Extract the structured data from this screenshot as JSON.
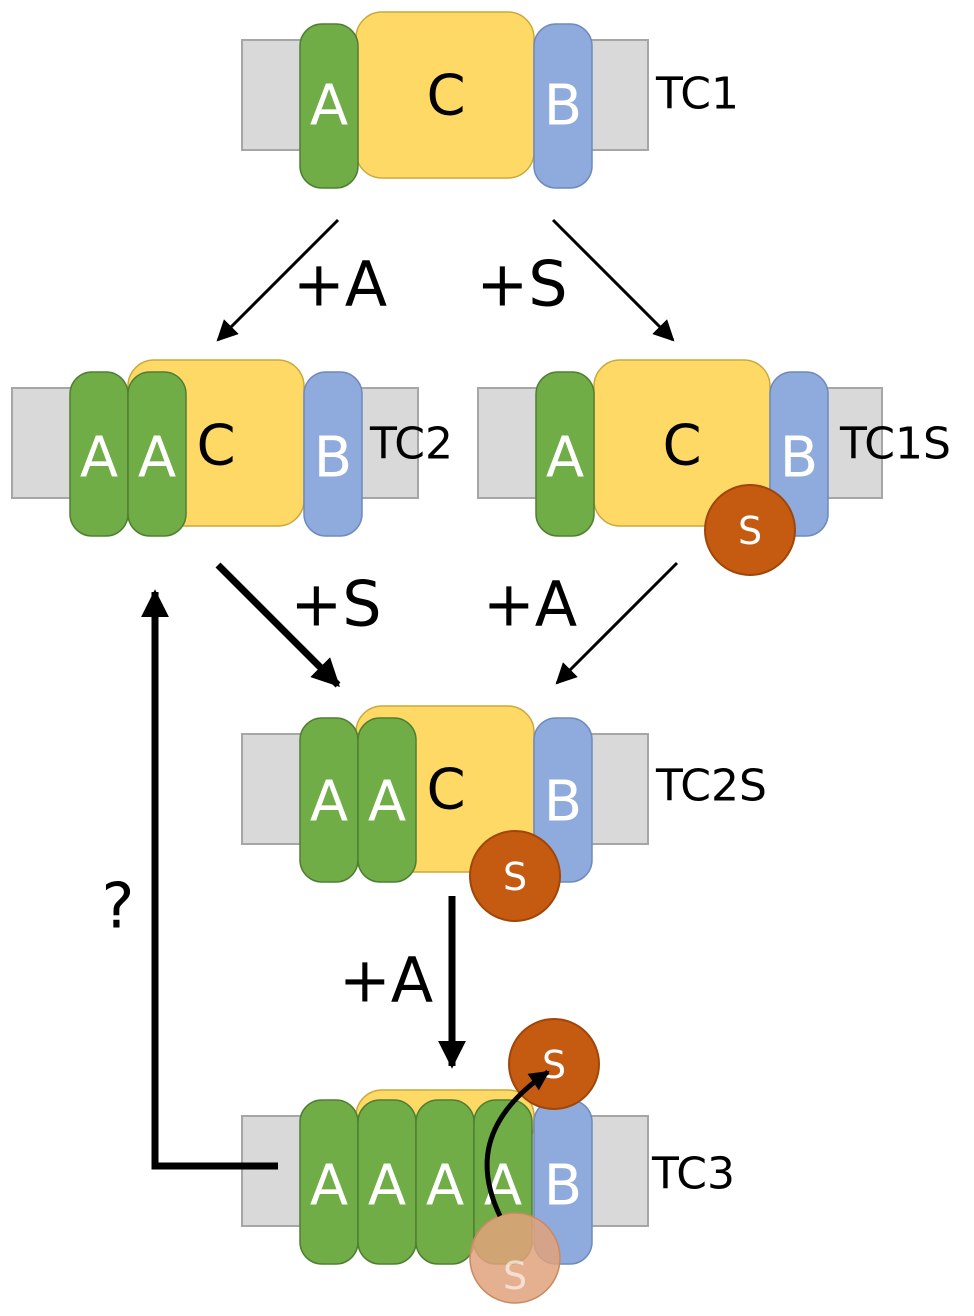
{
  "colors": {
    "membrane": "#d9d9d9",
    "membrane_edge": "#a6a6a6",
    "subunit_a": "#70ad47",
    "subunit_a_edge": "#507e32",
    "subunit_b": "#8faadc",
    "subunit_b_edge": "#6f8abc",
    "core_c": "#ffd966",
    "core_c_edge": "#c9a93c",
    "substrate": "#c55a11",
    "substrate_edge": "#a04608",
    "substrate_faded": "#e0a27b"
  },
  "complexes": {
    "tc1": {
      "name": "TC1",
      "a": "A",
      "c": "C",
      "b": "B"
    },
    "tc2": {
      "name": "TC2",
      "a1": "A",
      "a2": "A",
      "c": "C",
      "b": "B"
    },
    "tc1s": {
      "name": "TC1S",
      "a": "A",
      "c": "C",
      "b": "B",
      "s": "S"
    },
    "tc2s": {
      "name": "TC2S",
      "a1": "A",
      "a2": "A",
      "c": "C",
      "b": "B",
      "s": "S"
    },
    "tc3": {
      "name": "TC3",
      "a1": "A",
      "a2": "A",
      "a3": "A",
      "a4": "A",
      "b": "B",
      "s_released": "S",
      "s_faded": "S"
    }
  },
  "steps": {
    "tc1_to_tc2": "+A",
    "tc1_to_tc1s": "+S",
    "tc2_to_tc2s": "+S",
    "tc1s_to_tc2s": "+A",
    "tc2s_to_tc3": "+A",
    "tc3_to_tc2": "?"
  }
}
